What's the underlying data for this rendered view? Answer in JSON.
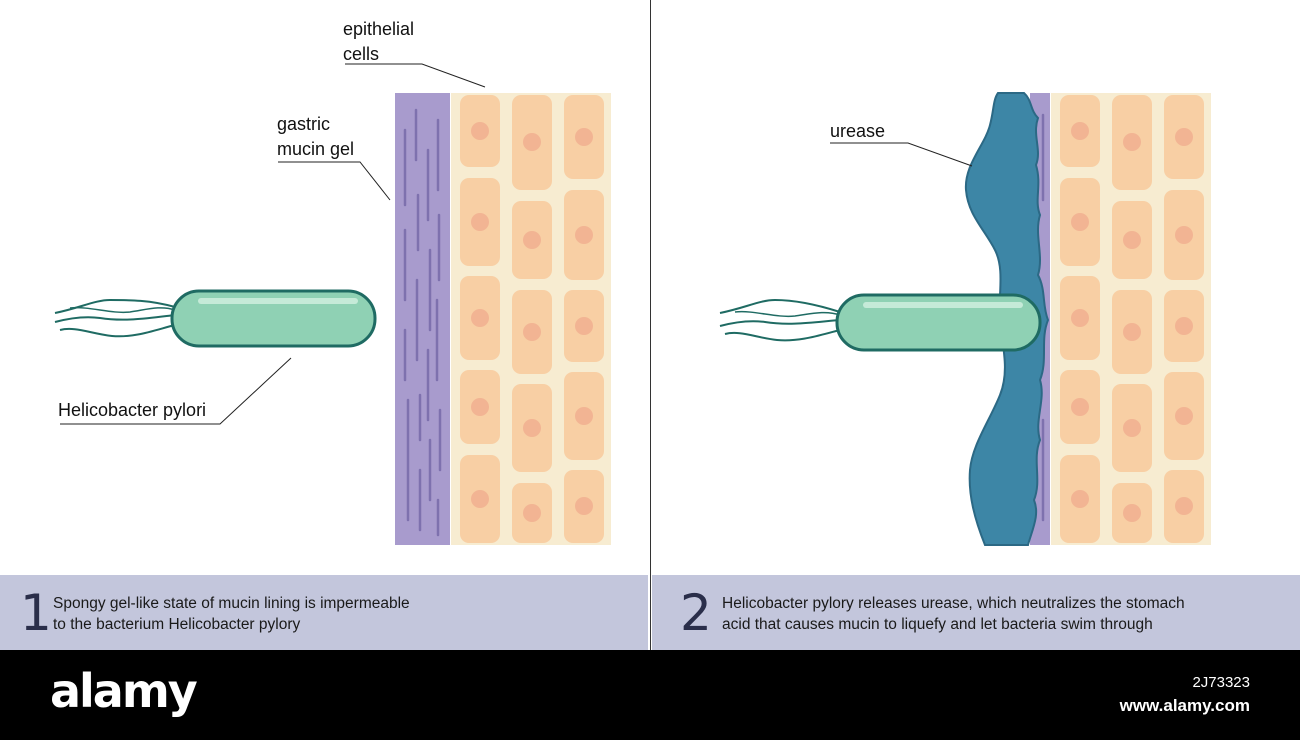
{
  "panel1": {
    "labels": {
      "epithelial": "epithelial\ncells",
      "mucin": "gastric\nmucin gel",
      "bacterium": "Helicobacter pylori"
    },
    "number": "1",
    "caption": "Spongy gel-like state of mucin lining is impermeable\nto the bacterium Helicobacter pylory"
  },
  "panel2": {
    "labels": {
      "urease": "urease"
    },
    "number": "2",
    "caption": "Helicobacter pylory releases urease, which neutralizes the stomach\nacid that causes mucin to liquefy and let bacteria swim through"
  },
  "footer": {
    "brand": "alamy",
    "image_id": "2J73323",
    "url": "www.alamy.com"
  },
  "colors": {
    "mucin": "#a89bcd",
    "cell_bg": "#f7ecd1",
    "cell": "#f8cfa4",
    "nucleus": "#f2b493",
    "bacterium": "#8fd1b4",
    "bacterium_outline": "#1f6b63",
    "urease": "#3d86a6",
    "caption_bar": "#c3c6dc"
  }
}
